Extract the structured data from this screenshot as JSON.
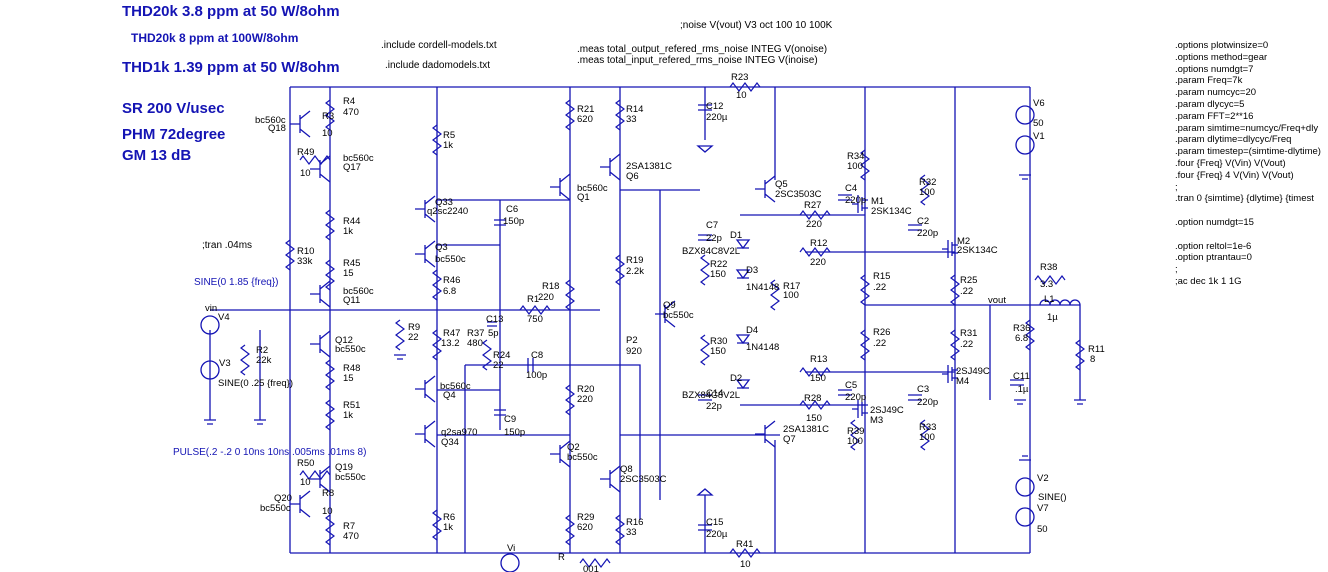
{
  "specs": [
    {
      "text": "THD20k 3.8 ppm at 50 W/8ohm"
    },
    {
      "text": "THD20k 8 ppm at 100W/8ohm"
    },
    {
      "text": "THD1k 1.39 ppm at 50 W/8ohm"
    },
    {
      "text": "SR 200 V/usec"
    },
    {
      "text": "PHM  72degree"
    },
    {
      "text": "GM  13 dB"
    }
  ],
  "directives": {
    "include1": ".include cordell-models.txt",
    "include2": ".include dadomodels.txt",
    "noise": ";noise V(vout) V3 oct 100 10 100K",
    "meas1": ".meas total_output_refered_rms_noise INTEG V(onoise)",
    "meas2": ".meas total_input_refered_rms_noise INTEG V(inoise)",
    "tran": ";tran .04ms",
    "sine_v4": "SINE(0 1.85 {freq})",
    "pulse": "PULSE(.2 -.2 0 10ns 10ns .005ms .01ms 8)",
    "sine_v3": "SINE(0 .25 {freq})",
    "sine_v2": "SINE()"
  },
  "options": [
    ".options plotwinsize=0",
    ".options method=gear",
    ".options numdgt=7",
    ".param Freq=7k",
    ".param numcyc=20",
    ".param dlycyc=5",
    ".param FFT=2**16",
    ".param simtime=numcyc/Freq+dly",
    ".param dlytime=dlycyc/Freq",
    ".param timestep=(simtime-dlytime)",
    ".four {Freq} V(Vin) V(Vout)",
    ".four {Freq} 4 V(Vin) V(Vout)",
    ";",
    ".tran 0 {simtime} {dlytime} {timest",
    "",
    ".option numdgt=15",
    "",
    ".option reltol=1e-6",
    ".option ptrantau=0",
    ";",
    ";ac dec 1k 1 1G"
  ],
  "components": [
    {
      "ref": "R4",
      "val": "470"
    },
    {
      "ref": "R3",
      "val": "10"
    },
    {
      "ref": "Q18",
      "val": "bc560c"
    },
    {
      "ref": "R49",
      "val": "10"
    },
    {
      "ref": "Q17",
      "val": "bc560c"
    },
    {
      "ref": "R5",
      "val": "1k"
    },
    {
      "ref": "Q33",
      "val": "q2sc2240"
    },
    {
      "ref": "R44",
      "val": "1k"
    },
    {
      "ref": "Q3",
      "val": "bc550c"
    },
    {
      "ref": "R10",
      "val": "33k"
    },
    {
      "ref": "R45",
      "val": "15"
    },
    {
      "ref": "R46",
      "val": "6.8"
    },
    {
      "ref": "Q11",
      "val": "bc560c"
    },
    {
      "ref": "V4",
      "val": ""
    },
    {
      "ref": "R9",
      "val": "22"
    },
    {
      "ref": "R47",
      "val": "13.2"
    },
    {
      "ref": "R37",
      "val": "480"
    },
    {
      "ref": "C13",
      "val": "5p"
    },
    {
      "ref": "R24",
      "val": "22"
    },
    {
      "ref": "Q12",
      "val": "bc550c"
    },
    {
      "ref": "R2",
      "val": "22k"
    },
    {
      "ref": "V3",
      "val": ""
    },
    {
      "ref": "R48",
      "val": "15"
    },
    {
      "ref": "Q4",
      "val": "bc560c"
    },
    {
      "ref": "R51",
      "val": "1k"
    },
    {
      "ref": "Q34",
      "val": "q2sa970"
    },
    {
      "ref": "R50",
      "val": "10"
    },
    {
      "ref": "Q19",
      "val": "bc550c"
    },
    {
      "ref": "R8",
      "val": "10"
    },
    {
      "ref": "Q20",
      "val": "bc550c"
    },
    {
      "ref": "R7",
      "val": "470"
    },
    {
      "ref": "R6",
      "val": "1k"
    },
    {
      "ref": "R21",
      "val": "620"
    },
    {
      "ref": "R14",
      "val": "33"
    },
    {
      "ref": "C12",
      "val": "220µ"
    },
    {
      "ref": "R23",
      "val": "10"
    },
    {
      "ref": "Q6",
      "val": "2SA1381C"
    },
    {
      "ref": "Q1",
      "val": "bc560c"
    },
    {
      "ref": "C6",
      "val": "150p"
    },
    {
      "ref": "R18",
      "val": "220"
    },
    {
      "ref": "R1",
      "val": "750"
    },
    {
      "ref": "R19",
      "val": "2.2k"
    },
    {
      "ref": "Q9",
      "val": "bc550c"
    },
    {
      "ref": "C8",
      "val": "100p"
    },
    {
      "ref": "P2",
      "val": "920"
    },
    {
      "ref": "C9",
      "val": "150p"
    },
    {
      "ref": "R20",
      "val": "220"
    },
    {
      "ref": "Q2",
      "val": "bc550c"
    },
    {
      "ref": "Q8",
      "val": "2SC3503C"
    },
    {
      "ref": "R29",
      "val": "620"
    },
    {
      "ref": "R16",
      "val": "33"
    },
    {
      "ref": "C15",
      "val": "220µ"
    },
    {
      "ref": "R41",
      "val": "10"
    },
    {
      "ref": "Vi",
      "val": ""
    },
    {
      "ref": "R",
      "val": "001"
    },
    {
      "ref": "C7",
      "val": "22p"
    },
    {
      "ref": "R22",
      "val": "150"
    },
    {
      "ref": "R30",
      "val": "150"
    },
    {
      "ref": "C14",
      "val": "22p"
    },
    {
      "ref": "D1",
      "val": "BZX84C8V2L"
    },
    {
      "ref": "D2",
      "val": "BZX84C8V2L"
    },
    {
      "ref": "D3",
      "val": "1N4148"
    },
    {
      "ref": "D4",
      "val": "1N4148"
    },
    {
      "ref": "R17",
      "val": "100"
    },
    {
      "ref": "Q5",
      "val": "2SC3503C"
    },
    {
      "ref": "R27",
      "val": "220"
    },
    {
      "ref": "R12",
      "val": "220"
    },
    {
      "ref": "R13",
      "val": "150"
    },
    {
      "ref": "R28",
      "val": "150"
    },
    {
      "ref": "Q7",
      "val": "2SA1381C"
    },
    {
      "ref": "R34",
      "val": "100"
    },
    {
      "ref": "C4",
      "val": "220p"
    },
    {
      "ref": "M1",
      "val": "2SK134C"
    },
    {
      "ref": "R15",
      "val": ".22"
    },
    {
      "ref": "R26",
      "val": ".22"
    },
    {
      "ref": "C5",
      "val": "220p"
    },
    {
      "ref": "M3",
      "val": "2SJ49C"
    },
    {
      "ref": "R39",
      "val": "100"
    },
    {
      "ref": "R32",
      "val": "100"
    },
    {
      "ref": "C2",
      "val": "220p"
    },
    {
      "ref": "M2",
      "val": "2SK134C"
    },
    {
      "ref": "R25",
      "val": ".22"
    },
    {
      "ref": "R31",
      "val": ".22"
    },
    {
      "ref": "M4",
      "val": "2SJ49C"
    },
    {
      "ref": "C3",
      "val": "220p"
    },
    {
      "ref": "R33",
      "val": "100"
    },
    {
      "ref": "V6",
      "val": "50"
    },
    {
      "ref": "V1",
      "val": ""
    },
    {
      "ref": "V2",
      "val": ""
    },
    {
      "ref": "V7",
      "val": "50"
    },
    {
      "ref": "R38",
      "val": "3.3"
    },
    {
      "ref": "L1",
      "val": "1µ"
    },
    {
      "ref": "R36",
      "val": "6.8"
    },
    {
      "ref": "C11",
      "val": ".1µ"
    },
    {
      "ref": "R11",
      "val": "8"
    }
  ],
  "nets": {
    "vin": "vin",
    "vout": "vout"
  }
}
